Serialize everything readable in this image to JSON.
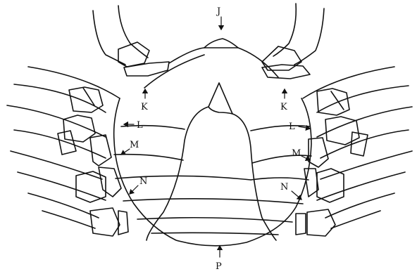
{
  "figure": {
    "labels": {
      "J": "J",
      "K_left": "K",
      "K_right": "K",
      "L_left": "L",
      "L_right": "L",
      "M_left": "M",
      "M_right": "M",
      "N_left": "N",
      "N_right": "N",
      "P": "P"
    },
    "ink_color": "#111111",
    "background": "#ffffff"
  }
}
